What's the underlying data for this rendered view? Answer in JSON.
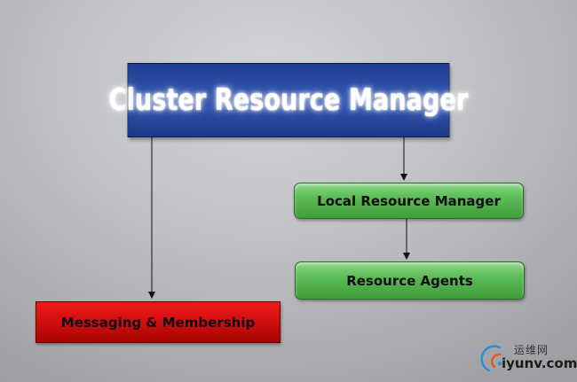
{
  "diagram": {
    "nodes": {
      "cluster_resource_manager": "Cluster Resource Manager",
      "local_resource_manager": "Local Resource Manager",
      "resource_agents": "Resource Agents",
      "messaging_membership": "Messaging & Membership"
    },
    "edges": [
      {
        "from": "Cluster Resource Manager",
        "to": "Local Resource Manager"
      },
      {
        "from": "Cluster Resource Manager",
        "to": "Messaging & Membership"
      },
      {
        "from": "Local Resource Manager",
        "to": "Resource Agents"
      }
    ],
    "colors": {
      "cluster_resource_manager": "#2c4fa8",
      "local_resource_manager": "#5dbd57",
      "resource_agents": "#5dbd57",
      "messaging_membership": "#d40f0f",
      "background": "#bfc0c3"
    }
  },
  "watermark": {
    "top_text": "运维网",
    "bottom_text": "iyunv.com",
    "logo_icon": "wifi-arc-icon"
  }
}
